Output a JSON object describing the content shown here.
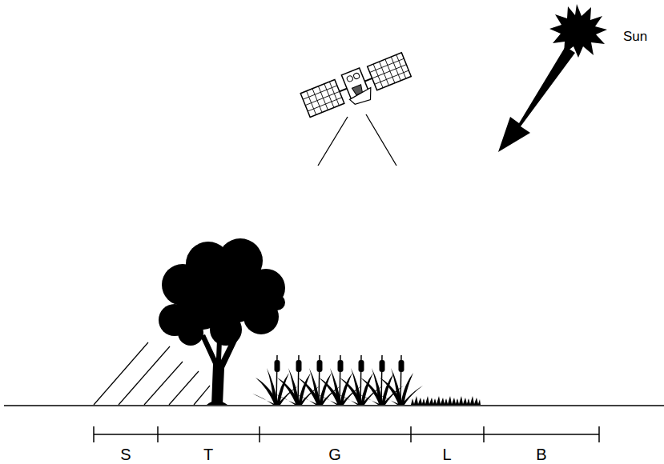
{
  "diagram": {
    "labels": [
      "Sun",
      "S",
      "T",
      "G",
      "L",
      "B"
    ]
  }
}
